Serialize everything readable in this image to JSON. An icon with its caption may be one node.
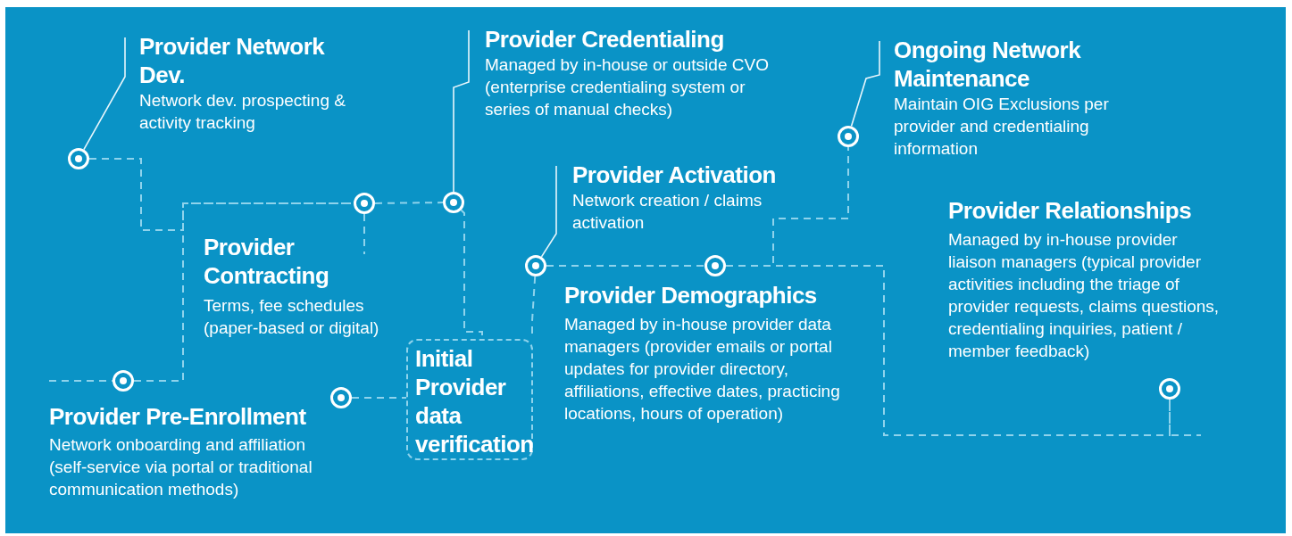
{
  "diagram": {
    "nodes": [
      {
        "text": [
          "Provider Network Dev.",
          "Network dev. prospecting & activity tracking"
        ]
      },
      {
        "text": [
          "Provider Credentialing",
          "Managed by in-house or outside CVO (enterprise credentialing system or series of manual checks)"
        ]
      },
      {
        "text": [
          "Ongoing Network Maintenance",
          "Maintain OIG Exclusions per provider and credentialing information"
        ]
      },
      {
        "text": [
          "Provider Activation",
          "Network creation / claims activation"
        ]
      },
      {
        "text": [
          "Initial Provider data verification"
        ]
      },
      {
        "text": [],
        "shape": "circle"
      },
      {
        "text": [],
        "shape": "circle"
      },
      {
        "text": [],
        "shape": "circle"
      },
      {
        "text": [],
        "shape": "circle"
      },
      {
        "text": [],
        "shape": "circle"
      },
      {
        "text": [],
        "shape": "circle"
      },
      {
        "text": [],
        "shape": "circle"
      },
      {
        "text": [],
        "shape": "circle"
      },
      {
        "text": [],
        "shape": "circle"
      }
    ],
    "edges": [
      {
        "from": 0,
        "to": 5,
        "arrow": "none"
      },
      {
        "from": 1,
        "to": 9,
        "arrow": "none"
      },
      {
        "from": 2,
        "to": 12,
        "arrow": "none"
      },
      {
        "from": 3,
        "to": 10,
        "arrow": "none"
      },
      {
        "from": 7,
        "to": 4,
        "arrow": "none",
        "style": "dashed"
      },
      {
        "from": null,
        "to": 6,
        "arrow": "none",
        "style": "dashed"
      },
      {
        "from": 6,
        "to": 8,
        "arrow": "none",
        "style": "dashed"
      },
      {
        "from": 5,
        "to": 8,
        "arrow": "none",
        "style": "dashed"
      },
      {
        "from": 8,
        "to": 9,
        "arrow": "none",
        "style": "dashed"
      },
      {
        "from": 9,
        "to": 4,
        "arrow": "none",
        "style": "dashed"
      },
      {
        "from": 10,
        "to": 4,
        "arrow": "none",
        "style": "dashed"
      },
      {
        "from": 10,
        "to": 11,
        "arrow": "none",
        "style": "dashed"
      },
      {
        "from": 11,
        "to": 13,
        "arrow": "none",
        "style": "dashed"
      },
      {
        "from": 11,
        "to": 12,
        "arrow": "none",
        "style": "dashed"
      },
      {
        "from": 8,
        "to": null,
        "arrow": "none",
        "style": "dashed"
      },
      {
        "from": 13,
        "to": null,
        "arrow": "none",
        "style": "dashed"
      }
    ],
    "labels": [
      "Provider Relationships",
      "Managed by in-house provider liaison managers (typical provider activities including the triage of provider requests, claims questions, credentialing inquiries, patient / member feedback)",
      "Provider Contracting",
      "Terms, fee schedules (paper-based or digital)",
      "Provider Demographics",
      "Managed by in-house provider data managers (provider emails or portal updates for provider directory, affiliations, effective dates, practicing locations, hours of operation)",
      "Provider Pre-Enrollment",
      "Network onboarding and affiliation (self-service via portal or traditional communication methods)"
    ]
  }
}
